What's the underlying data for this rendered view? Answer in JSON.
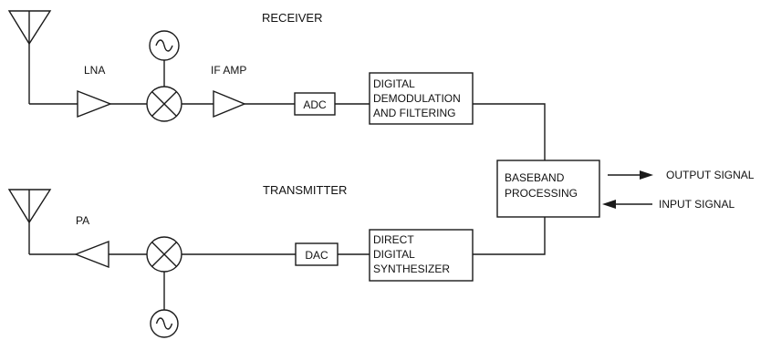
{
  "diagram": {
    "receiver_title": "RECEIVER",
    "transmitter_title": "TRANSMITTER",
    "labels": {
      "lna": "LNA",
      "if_amp": "IF AMP",
      "pa": "PA"
    },
    "blocks": {
      "adc": "ADC",
      "dac": "DAC",
      "demod": [
        "DIGITAL",
        "DEMODULATION",
        "AND FILTERING"
      ],
      "dds": [
        "DIRECT",
        "DIGITAL",
        "SYNTHESIZER"
      ],
      "baseband": [
        "BASEBAND",
        "PROCESSING"
      ]
    },
    "output_signal": "OUTPUT SIGNAL",
    "input_signal": "INPUT SIGNAL",
    "icons": [
      "antenna-icon",
      "amplifier-icon",
      "mixer-icon",
      "oscillator-icon"
    ]
  }
}
